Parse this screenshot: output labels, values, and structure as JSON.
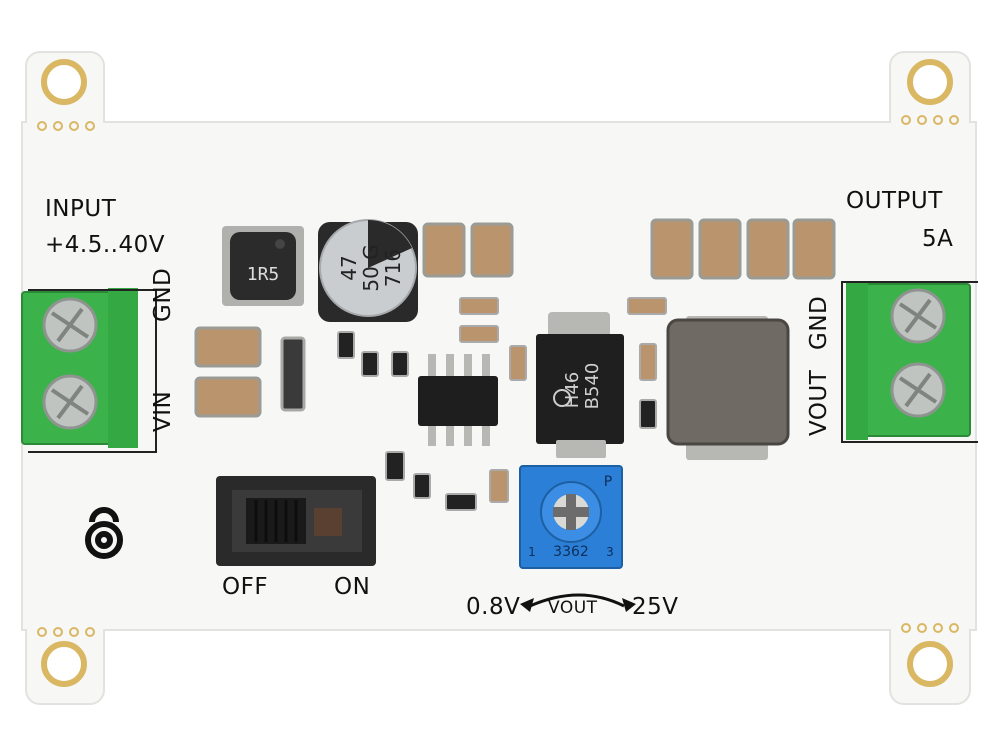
{
  "input": {
    "title": "INPUT",
    "range": "+4.5..40V"
  },
  "output": {
    "title": "OUTPUT",
    "current": "5A"
  },
  "input_terminals": {
    "gnd": "GND",
    "vin": "VIN"
  },
  "output_terminals": {
    "gnd": "GND",
    "vout": "VOUT"
  },
  "switch": {
    "off": "OFF",
    "on": "ON"
  },
  "adjust": {
    "min": "0.8V",
    "label": "VOUT",
    "max": "25V"
  },
  "components": {
    "inductor_small": "1R5",
    "electrolytic": [
      "47",
      "50 G",
      "716"
    ],
    "diode": [
      "H46",
      "B540"
    ],
    "trimmer": "3362",
    "trimmer_mark": "P",
    "trimmer_pin1": "1",
    "trimmer_pin3": "3"
  },
  "colors": {
    "board": "#f7f7f5",
    "terminal": "#3cb34a",
    "trimmer": "#2b7fd6",
    "pad": "#d9b763"
  }
}
